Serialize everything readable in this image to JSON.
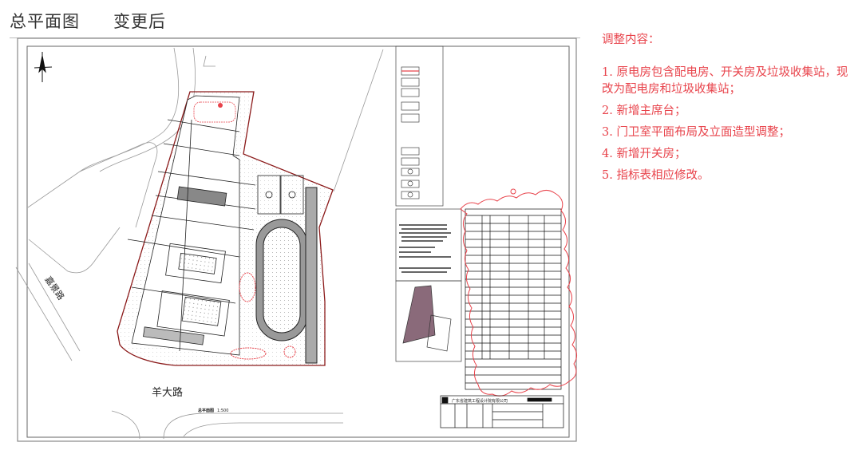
{
  "header": {
    "title": "总平面图",
    "subtitle": "变更后"
  },
  "notes": {
    "heading": "调整内容：",
    "items": [
      "1. 原电房包含配电房、开关房及垃圾收集站，现改为配电房和垃圾收集站；",
      "2. 新增主席台；",
      "3. 门卫室平面布局及立面造型调整；",
      "4. 新增开关房；",
      "5. 指标表相应修改。"
    ]
  },
  "drawing": {
    "road_south": "羊大路",
    "road_west": "嘉景路",
    "plan_title": "总平面图",
    "plan_scale": "1:500",
    "company": "广东省建筑工程设计院有限公司",
    "colors": {
      "revision_cloud": "#e8434b",
      "site_boundary": "#8b1a1a",
      "line": "#333333"
    }
  }
}
